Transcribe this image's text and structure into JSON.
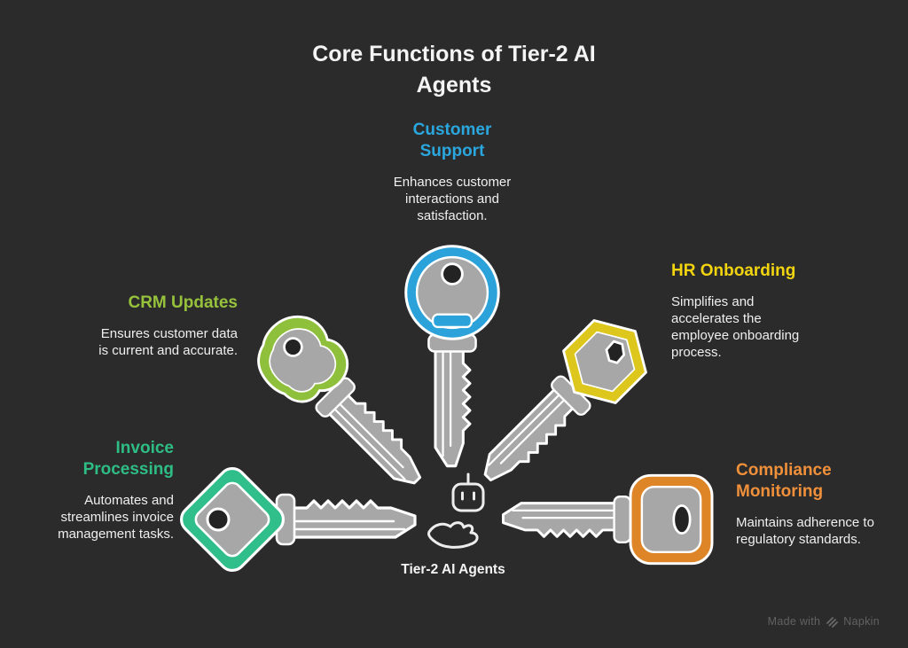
{
  "page": {
    "title": "Core Functions of Tier-2 AI\nAgents",
    "background_color": "#2B2B2B"
  },
  "functions": [
    {
      "id": "customer-support",
      "title": "Customer\nSupport",
      "description": "Enhances customer\ninteractions and\nsatisfaction.",
      "accent_color": "#2AA7DE",
      "key_color": "#2BA2D9",
      "key_shape": "round-head-key"
    },
    {
      "id": "hr-onboarding",
      "title": "HR Onboarding",
      "description": "Simplifies and\naccelerates the\nemployee onboarding\nprocess.",
      "accent_color": "#F2D40F",
      "key_color": "#DDC71C",
      "key_shape": "hexagon-head-key"
    },
    {
      "id": "crm-updates",
      "title": "CRM Updates",
      "description": "Ensures customer data\nis current and accurate.",
      "accent_color": "#97C23C",
      "key_color": "#8FC03C",
      "key_shape": "clover-head-key"
    },
    {
      "id": "invoice-processing",
      "title": "Invoice\nProcessing",
      "description": "Automates and\nstreamlines invoice\nmanagement tasks.",
      "accent_color": "#2EBD85",
      "key_color": "#30BE8B",
      "key_shape": "diamond-head-key"
    },
    {
      "id": "compliance-monitoring",
      "title": "Compliance\nMonitoring",
      "description": "Maintains adherence to\nregulatory standards.",
      "accent_color": "#F0903A",
      "key_color": "#DE8527",
      "key_shape": "rounded-square-head-key"
    }
  ],
  "center": {
    "label": "Tier-2 AI Agents",
    "icon": "robot-in-hand-icon"
  },
  "watermark": {
    "prefix": "Made with",
    "brand": "Napkin"
  }
}
